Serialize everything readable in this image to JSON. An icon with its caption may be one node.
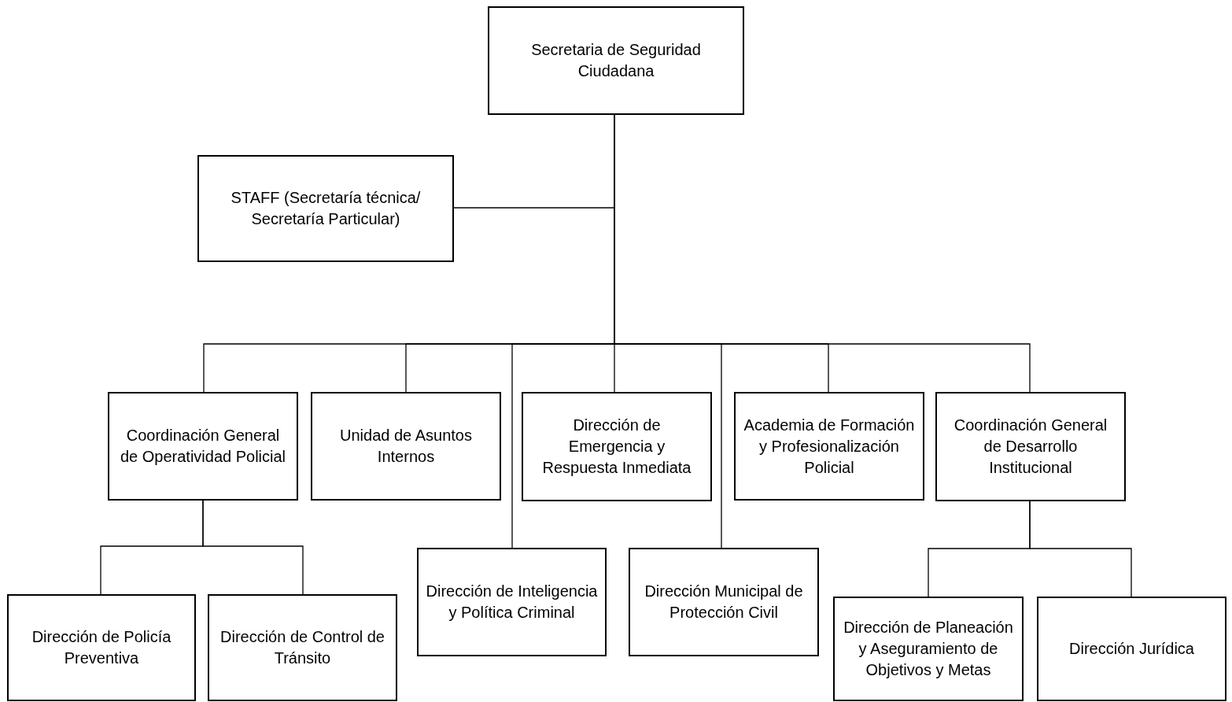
{
  "diagram": {
    "nodes": [
      {
        "text": [
          "Secretaria de Seguridad Ciudadana"
        ]
      },
      {
        "text": [
          "STAFF (Secretaría técnica/ Secretaría Particular)"
        ]
      },
      {
        "text": [
          "Coordinación General de Operatividad Policial"
        ]
      },
      {
        "text": [
          "Unidad de Asuntos Internos"
        ]
      },
      {
        "text": [
          "Dirección de Emergencia y Respuesta Inmediata"
        ]
      },
      {
        "text": [
          "Academia de Formación y Profesionalización Policial"
        ]
      },
      {
        "text": [
          "Coordinación General de Desarrollo Institucional"
        ]
      },
      {
        "text": [
          "Dirección de Policía Preventiva"
        ]
      },
      {
        "text": [
          "Dirección de Control de Tránsito"
        ]
      },
      {
        "text": [
          "Dirección de Inteligencia y Política Criminal"
        ]
      },
      {
        "text": [
          "Dirección Municipal de Protección Civil"
        ]
      },
      {
        "text": [
          "Dirección de Planeación y Aseguramiento de Objetivos y Metas"
        ]
      },
      {
        "text": [
          "Dirección Jurídica"
        ]
      }
    ],
    "edges": [
      {
        "from": 0,
        "to": 1,
        "arrow": "none"
      },
      {
        "from": 0,
        "to": 2,
        "arrow": "none"
      },
      {
        "from": 0,
        "to": 3,
        "arrow": "none"
      },
      {
        "from": 0,
        "to": 4,
        "arrow": "none"
      },
      {
        "from": 0,
        "to": 5,
        "arrow": "none"
      },
      {
        "from": 0,
        "to": 6,
        "arrow": "none"
      },
      {
        "from": 0,
        "to": 9,
        "arrow": "none"
      },
      {
        "from": 0,
        "to": 10,
        "arrow": "none"
      },
      {
        "from": 2,
        "to": 7,
        "arrow": "none"
      },
      {
        "from": 2,
        "to": 8,
        "arrow": "none"
      },
      {
        "from": 6,
        "to": 11,
        "arrow": "none"
      },
      {
        "from": 6,
        "to": 12,
        "arrow": "none"
      }
    ]
  }
}
